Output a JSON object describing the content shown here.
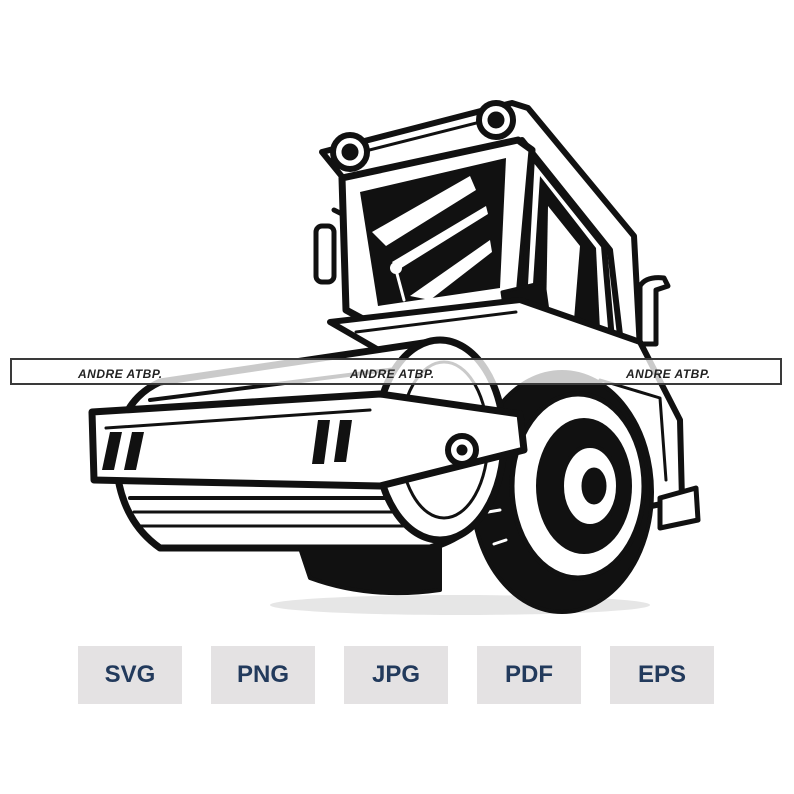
{
  "watermark": {
    "text_1": "ANDRE ATBP.",
    "text_2": "ANDRE ATBP.",
    "text_3": "ANDRE ATBP."
  },
  "formats": {
    "items": [
      {
        "label": "SVG",
        "icon": "format-badge"
      },
      {
        "label": "PNG",
        "icon": "format-badge"
      },
      {
        "label": "JPG",
        "icon": "format-badge"
      },
      {
        "label": "PDF",
        "icon": "format-badge"
      },
      {
        "label": "EPS",
        "icon": "format-badge"
      }
    ]
  },
  "colors": {
    "ink": "#111111",
    "badge_bg": "#e4e2e3",
    "badge_text": "#223a5c",
    "watermark_text": "#222222"
  },
  "illustration": {
    "subject": "road-roller-icon"
  }
}
